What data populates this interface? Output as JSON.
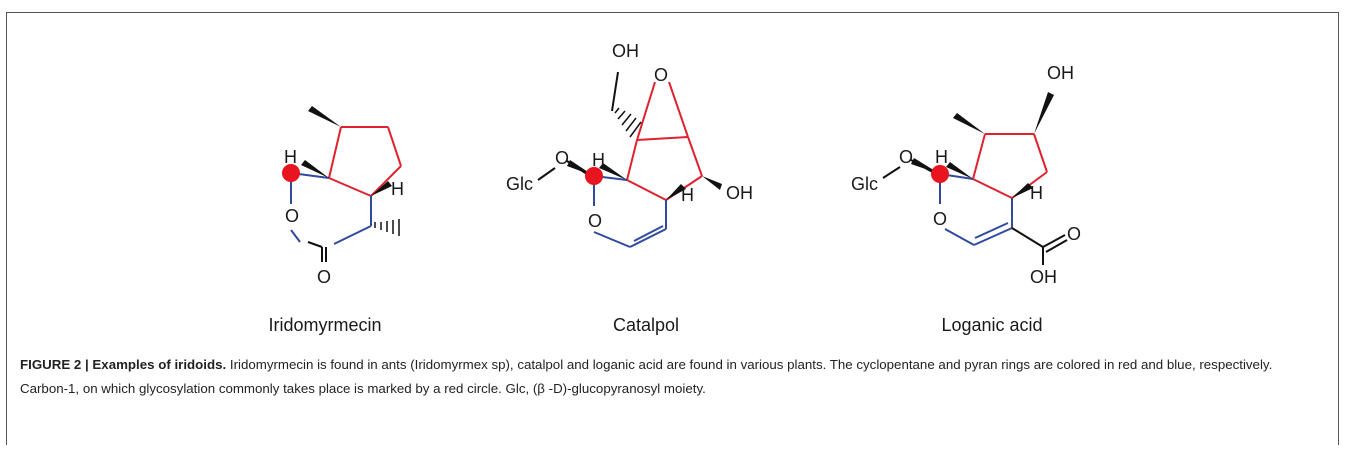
{
  "figure": {
    "molecules": [
      {
        "name": "Iridomyrmecin"
      },
      {
        "name": "Catalpol"
      },
      {
        "name": "Loganic acid"
      }
    ],
    "atom_labels": {
      "H": "H",
      "O": "O",
      "OH": "OH",
      "Glc": "Glc"
    },
    "colors": {
      "cyclopentane": "#e0212e",
      "pyran": "#2f4a9e",
      "black": "#111111",
      "carbon1_marker": "#e8141f"
    }
  },
  "caption": {
    "label": "FIGURE 2 | Examples of iridoids.",
    "text": " Iridomyrmecin is found in ants (Iridomyrmex sp), catalpol and loganic acid are found in various plants. The cyclopentane and pyran rings are colored in red and blue, respectively. Carbon-1, on which glycosylation commonly takes place is marked by a red circle. Glc, (β -D)-glucopyranosyl moiety."
  }
}
